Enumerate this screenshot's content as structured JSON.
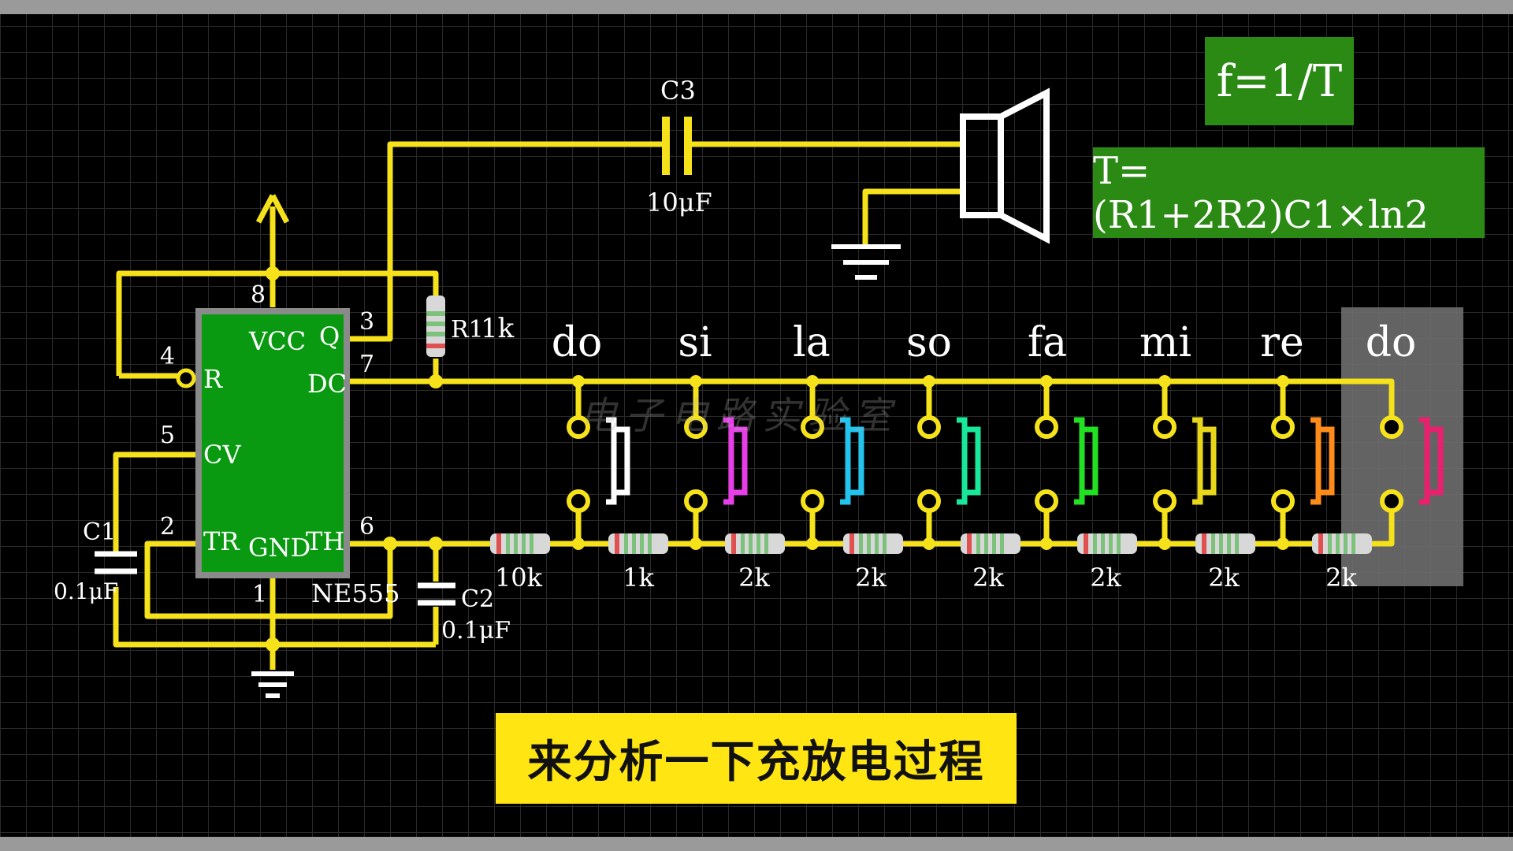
{
  "colors": {
    "background": "#000000",
    "grid": "#2a2a2a",
    "wire": "#f5e21a",
    "chip": "#0a9a12",
    "formula_box": "#2b8a14",
    "caption_bg": "#ffe511",
    "highlight": "#6e6e6e"
  },
  "chip": {
    "label": "NE555",
    "pins": {
      "vcc": "VCC",
      "q": "Q",
      "r": "R",
      "dc": "DC",
      "cv": "CV",
      "tr": "TR",
      "gnd": "GND",
      "th": "TH"
    },
    "pin_numbers": {
      "p8": "8",
      "p3": "3",
      "p4": "4",
      "p7": "7",
      "p5": "5",
      "p2": "2",
      "p6": "6",
      "p1": "1"
    }
  },
  "components": {
    "c3_name": "C3",
    "c3_value": "10μF",
    "r1_name": "R1",
    "r1_value": "1k",
    "c1_name": "C1",
    "c1_value": "0.1μF",
    "c2_name": "C2",
    "c2_value": "0.1μF"
  },
  "notes": [
    "do",
    "si",
    "la",
    "so",
    "fa",
    "mi",
    "re",
    "do"
  ],
  "key_colors": [
    "#ffffff",
    "#e83ee8",
    "#22c4ee",
    "#19e89a",
    "#22e022",
    "#e8d61a",
    "#ff8c1a",
    "#e8206e"
  ],
  "resistors": [
    "10k",
    "1k",
    "2k",
    "2k",
    "2k",
    "2k",
    "2k",
    "2k"
  ],
  "formula_frequency": "f=1/T",
  "formula_period": "T=(R1+2R2)C1×ln2",
  "watermark": "电子电路实验室",
  "caption": "来分析一下充放电过程"
}
